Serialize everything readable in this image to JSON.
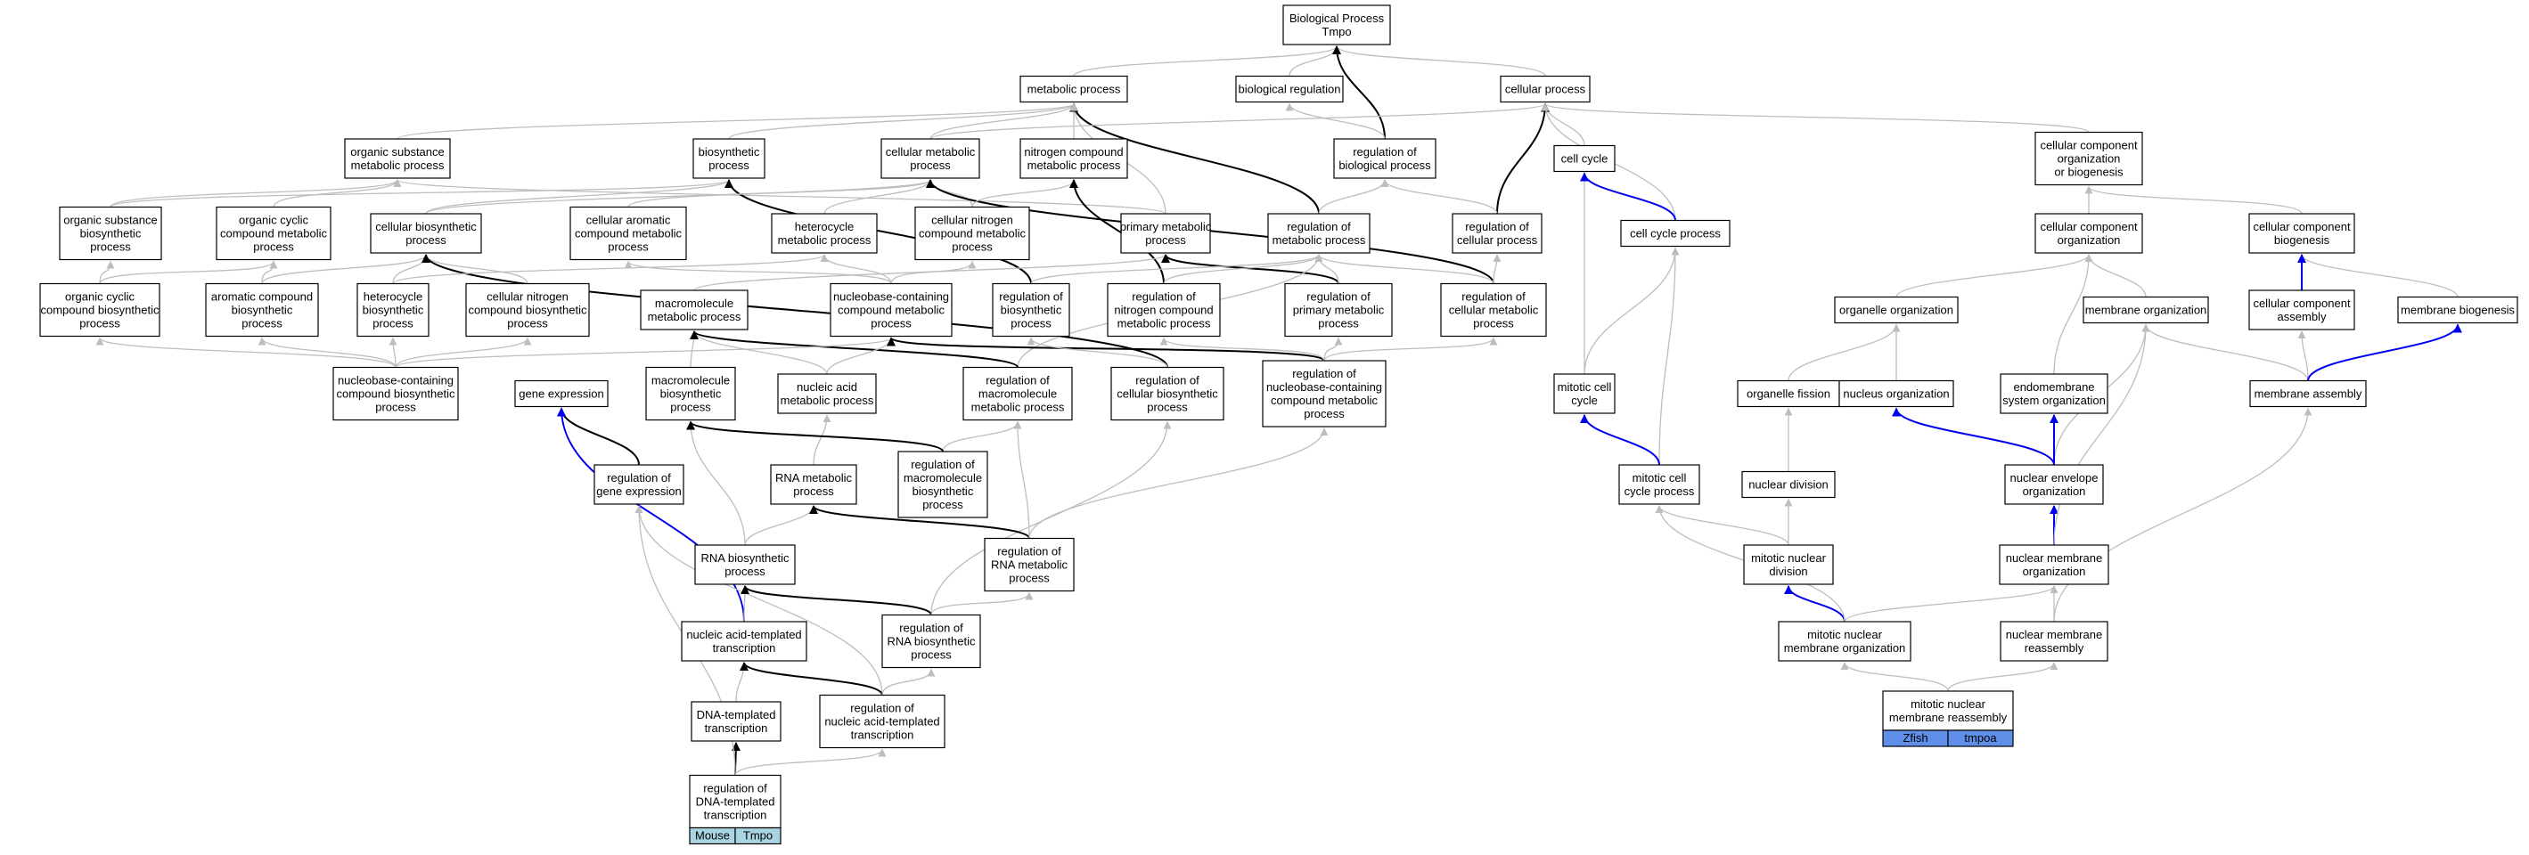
{
  "colors": {
    "edge_gray": "#bdbdbd",
    "edge_black": "#000000",
    "edge_blue": "#0000ee",
    "mouse_tag": "#a9d4e1",
    "zfish_tag": "#5f8fe8"
  },
  "nodes": {
    "bp": [
      "Biological Process",
      "Tmpo"
    ],
    "mp": [
      "metabolic process"
    ],
    "br": [
      "biological regulation"
    ],
    "cp": [
      "cellular process"
    ],
    "osmp": [
      "organic substance",
      "metabolic process"
    ],
    "bsp": [
      "biosynthetic",
      "process"
    ],
    "cmp": [
      "cellular metabolic",
      "process"
    ],
    "ncmp": [
      "nitrogen compound",
      "metabolic process"
    ],
    "rbp": [
      "regulation of",
      "biological process"
    ],
    "cc": [
      "cell cycle"
    ],
    "ccob": [
      "cellular component",
      "organization",
      "or biogenesis"
    ],
    "osbp": [
      "organic substance",
      "biosynthetic",
      "process"
    ],
    "occmp": [
      "organic cyclic",
      "compound metabolic",
      "process"
    ],
    "cbp": [
      "cellular biosynthetic",
      "process"
    ],
    "cacmp": [
      "cellular aromatic",
      "compound metabolic",
      "process"
    ],
    "hmp": [
      "heterocycle",
      "metabolic process"
    ],
    "cncmp": [
      "cellular nitrogen",
      "compound metabolic",
      "process"
    ],
    "pmp": [
      "primary metabolic",
      "process"
    ],
    "rmp": [
      "regulation of",
      "metabolic process"
    ],
    "rcp": [
      "regulation of",
      "cellular process"
    ],
    "ccp": [
      "cell cycle process"
    ],
    "cco": [
      "cellular component",
      "organization"
    ],
    "ccbg": [
      "cellular component",
      "biogenesis"
    ],
    "occbp": [
      "organic cyclic",
      "compound biosynthetic",
      "process"
    ],
    "acbp": [
      "aromatic compound",
      "biosynthetic",
      "process"
    ],
    "hbp": [
      "heterocycle",
      "biosynthetic",
      "process"
    ],
    "cncbp": [
      "cellular nitrogen",
      "compound biosynthetic",
      "process"
    ],
    "macmp": [
      "macromolecule",
      "metabolic process"
    ],
    "nbcmp": [
      "nucleobase-containing",
      "compound metabolic",
      "process"
    ],
    "rbsp": [
      "regulation of",
      "biosynthetic",
      "process"
    ],
    "rncmp": [
      "regulation of",
      "nitrogen compound",
      "metabolic process"
    ],
    "rpmp": [
      "regulation of",
      "primary metabolic",
      "process"
    ],
    "rcmp": [
      "regulation of",
      "cellular metabolic",
      "process"
    ],
    "oo": [
      "organelle organization"
    ],
    "mo": [
      "membrane organization"
    ],
    "cca": [
      "cellular component",
      "assembly"
    ],
    "mb": [
      "membrane biogenesis"
    ],
    "nbcbp": [
      "nucleobase-containing",
      "compound biosynthetic",
      "process"
    ],
    "ge": [
      "gene expression"
    ],
    "mabp": [
      "macromolecule",
      "biosynthetic",
      "process"
    ],
    "namp": [
      "nucleic acid",
      "metabolic process"
    ],
    "rmmp": [
      "regulation of",
      "macromolecule",
      "metabolic process"
    ],
    "rcbp": [
      "regulation of",
      "cellular biosynthetic",
      "process"
    ],
    "rnbcmp": [
      "regulation of",
      "nucleobase-containing",
      "compound metabolic",
      "process"
    ],
    "mcc": [
      "mitotic cell",
      "cycle"
    ],
    "of": [
      "organelle fission"
    ],
    "no": [
      "nucleus organization"
    ],
    "eso": [
      "endomembrane",
      "system organization"
    ],
    "ma": [
      "membrane assembly"
    ],
    "rge": [
      "regulation of",
      "gene expression"
    ],
    "rnamp": [
      "RNA metabolic",
      "process"
    ],
    "rmabp": [
      "regulation of",
      "macromolecule",
      "biosynthetic",
      "process"
    ],
    "nd": [
      "nuclear division"
    ],
    "mccp": [
      "mitotic cell",
      "cycle process"
    ],
    "neo": [
      "nuclear envelope",
      "organization"
    ],
    "rnabp": [
      "RNA biosynthetic",
      "process"
    ],
    "rrnamp": [
      "regulation of",
      "RNA metabolic",
      "process"
    ],
    "mnd": [
      "mitotic nuclear",
      "division"
    ],
    "nmo": [
      "nuclear membrane",
      "organization"
    ],
    "natt": [
      "nucleic acid-templated",
      "transcription"
    ],
    "rrnabp": [
      "regulation of",
      "RNA biosynthetic",
      "process"
    ],
    "mnmo": [
      "mitotic nuclear",
      "membrane organization"
    ],
    "nmr": [
      "nuclear membrane",
      "reassembly"
    ],
    "dtt": [
      "DNA-templated",
      "transcription"
    ],
    "rnatt": [
      "regulation of",
      "nucleic acid-templated",
      "transcription"
    ],
    "mnmr": [
      "mitotic nuclear",
      "membrane reassembly"
    ],
    "rdtt": [
      "regulation of",
      "DNA-templated",
      "transcription"
    ]
  },
  "tags": {
    "rdtt": [
      "Mouse",
      "Tmpo"
    ],
    "mnmr": [
      "Zfish",
      "tmpoa"
    ]
  },
  "edges": [
    [
      "mp",
      "bp",
      "g"
    ],
    [
      "br",
      "bp",
      "g"
    ],
    [
      "cp",
      "bp",
      "g"
    ],
    [
      "rbp",
      "bp",
      "k"
    ],
    [
      "osmp",
      "mp",
      "g"
    ],
    [
      "cmp",
      "mp",
      "g"
    ],
    [
      "ncmp",
      "mp",
      "g"
    ],
    [
      "pmp",
      "mp",
      "g"
    ],
    [
      "rmp",
      "mp",
      "k"
    ],
    [
      "bsp",
      "mp",
      "g"
    ],
    [
      "cmp",
      "cp",
      "g"
    ],
    [
      "cc",
      "cp",
      "g"
    ],
    [
      "ccob",
      "cp",
      "g"
    ],
    [
      "rcp",
      "cp",
      "k"
    ],
    [
      "ccp",
      "cp",
      "g"
    ],
    [
      "rbp",
      "br",
      "g"
    ],
    [
      "rmp",
      "rbp",
      "g"
    ],
    [
      "rcp",
      "rbp",
      "g"
    ],
    [
      "osbp",
      "osmp",
      "g"
    ],
    [
      "occmp",
      "osmp",
      "g"
    ],
    [
      "pmp",
      "osmp",
      "g"
    ],
    [
      "osbp",
      "bsp",
      "g"
    ],
    [
      "cbp",
      "bsp",
      "g"
    ],
    [
      "rbsp",
      "bsp",
      "k"
    ],
    [
      "cbp",
      "cmp",
      "g"
    ],
    [
      "cacmp",
      "cmp",
      "g"
    ],
    [
      "hmp",
      "cmp",
      "g"
    ],
    [
      "cncmp",
      "cmp",
      "g"
    ],
    [
      "rcmp",
      "cmp",
      "k"
    ],
    [
      "cncmp",
      "ncmp",
      "g"
    ],
    [
      "rncmp",
      "ncmp",
      "k"
    ],
    [
      "ccp",
      "cc",
      "g"
    ],
    [
      "mcc",
      "cc",
      "g"
    ],
    [
      "ccp",
      "cc",
      "b"
    ],
    [
      "cco",
      "ccob",
      "g"
    ],
    [
      "ccbg",
      "ccob",
      "g"
    ],
    [
      "occbp",
      "osbp",
      "g"
    ],
    [
      "occbp",
      "occmp",
      "g"
    ],
    [
      "acbp",
      "occmp",
      "g"
    ],
    [
      "cncbp",
      "cbp",
      "g"
    ],
    [
      "acbp",
      "cbp",
      "g"
    ],
    [
      "hbp",
      "cbp",
      "g"
    ],
    [
      "rcbp",
      "cbp",
      "k"
    ],
    [
      "nbcmp",
      "cacmp",
      "g"
    ],
    [
      "hbp",
      "hmp",
      "g"
    ],
    [
      "nbcmp",
      "hmp",
      "g"
    ],
    [
      "nbcmp",
      "cncmp",
      "g"
    ],
    [
      "macmp",
      "pmp",
      "g"
    ],
    [
      "rpmp",
      "pmp",
      "k"
    ],
    [
      "rpmp",
      "rmp",
      "g"
    ],
    [
      "rcmp",
      "rmp",
      "g"
    ],
    [
      "rbsp",
      "rmp",
      "g"
    ],
    [
      "rncmp",
      "rmp",
      "g"
    ],
    [
      "rmmp",
      "rmp",
      "g"
    ],
    [
      "rcmp",
      "rcp",
      "g"
    ],
    [
      "mcc",
      "ccp",
      "g"
    ],
    [
      "mccp",
      "ccp",
      "g"
    ],
    [
      "oo",
      "cco",
      "g"
    ],
    [
      "mo",
      "cco",
      "g"
    ],
    [
      "eso",
      "cco",
      "g"
    ],
    [
      "cca",
      "ccbg",
      "g"
    ],
    [
      "mb",
      "ccbg",
      "g"
    ],
    [
      "cca",
      "ccbg",
      "b"
    ],
    [
      "nbcbp",
      "occbp",
      "g"
    ],
    [
      "nbcbp",
      "acbp",
      "g"
    ],
    [
      "nbcbp",
      "hbp",
      "g"
    ],
    [
      "nbcbp",
      "cncbp",
      "g"
    ],
    [
      "mabp",
      "macmp",
      "g"
    ],
    [
      "namp",
      "macmp",
      "g"
    ],
    [
      "rmmp",
      "macmp",
      "k"
    ],
    [
      "namp",
      "nbcmp",
      "g"
    ],
    [
      "nbcbp",
      "nbcmp",
      "g"
    ],
    [
      "rnbcmp",
      "nbcmp",
      "k"
    ],
    [
      "rcbp",
      "rbsp",
      "g"
    ],
    [
      "rnbcmp",
      "rncmp",
      "g"
    ],
    [
      "rnbcmp",
      "rpmp",
      "g"
    ],
    [
      "rnbcmp",
      "rcmp",
      "g"
    ],
    [
      "no",
      "oo",
      "g"
    ],
    [
      "of",
      "oo",
      "g"
    ],
    [
      "ma",
      "mo",
      "g"
    ],
    [
      "neo",
      "mo",
      "g"
    ],
    [
      "ma",
      "cca",
      "g"
    ],
    [
      "ma",
      "mb",
      "b"
    ],
    [
      "rge",
      "ge",
      "k"
    ],
    [
      "natt",
      "ge",
      "b"
    ],
    [
      "rnabp",
      "mabp",
      "g"
    ],
    [
      "rnamp",
      "namp",
      "g"
    ],
    [
      "rmabp",
      "rmmp",
      "g"
    ],
    [
      "rmabp",
      "mabp",
      "k"
    ],
    [
      "rrnabp",
      "rcbp",
      "g"
    ],
    [
      "rrnamp",
      "rnbcmp",
      "g"
    ],
    [
      "nd",
      "of",
      "g"
    ],
    [
      "neo",
      "no",
      "b"
    ],
    [
      "neo",
      "eso",
      "b"
    ],
    [
      "rnatt",
      "rge",
      "g"
    ],
    [
      "rnabp",
      "rnamp",
      "g"
    ],
    [
      "rrnamp",
      "rnamp",
      "k"
    ],
    [
      "rrnamp",
      "rmmp",
      "g"
    ],
    [
      "mnd",
      "nd",
      "g"
    ],
    [
      "mnd",
      "mccp",
      "g"
    ],
    [
      "mccp",
      "mcc",
      "b"
    ],
    [
      "nmo",
      "neo",
      "b"
    ],
    [
      "nmo",
      "mo",
      "g"
    ],
    [
      "natt",
      "rnabp",
      "g"
    ],
    [
      "rrnabp",
      "rnabp",
      "k"
    ],
    [
      "rrnabp",
      "rrnamp",
      "g"
    ],
    [
      "mnmo",
      "mnd",
      "b"
    ],
    [
      "mnmo",
      "mccp",
      "g"
    ],
    [
      "mnmo",
      "nmo",
      "g"
    ],
    [
      "dtt",
      "natt",
      "g"
    ],
    [
      "rnatt",
      "natt",
      "k"
    ],
    [
      "rnatt",
      "rrnabp",
      "g"
    ],
    [
      "mnmr",
      "mnmo",
      "g"
    ],
    [
      "mnmr",
      "nmr",
      "g"
    ],
    [
      "nmr",
      "nmo",
      "g"
    ],
    [
      "nmr",
      "ma",
      "g"
    ],
    [
      "rdtt",
      "dtt",
      "k"
    ],
    [
      "rdtt",
      "rnatt",
      "g"
    ],
    [
      "rdtt",
      "rge",
      "g"
    ]
  ]
}
